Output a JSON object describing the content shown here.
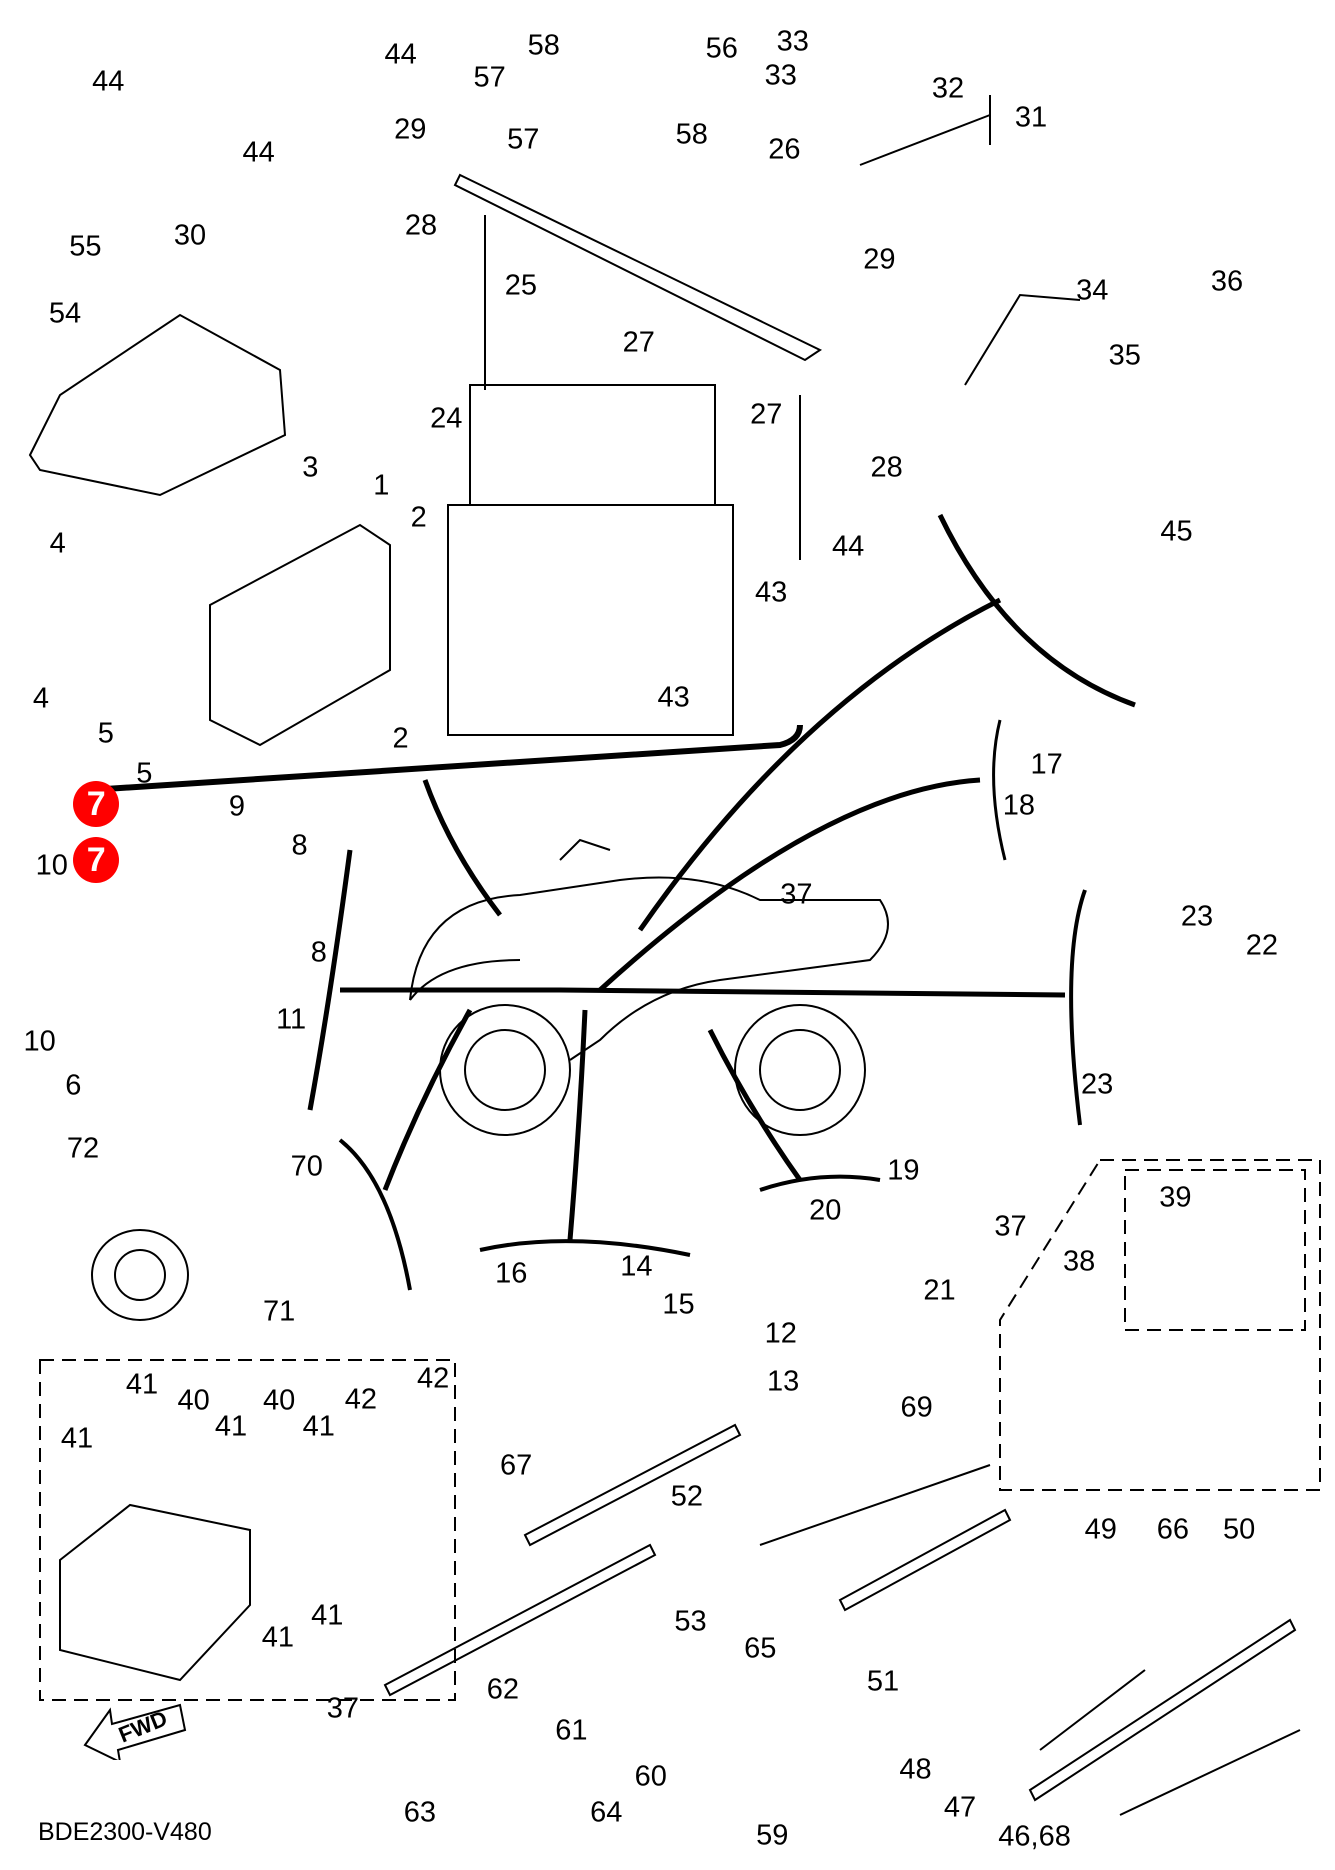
{
  "diagram": {
    "code": "BDE2300-V480",
    "direction_label": "FWD",
    "highlight_color": "#ff0000",
    "highlighted_part": "7",
    "labels": [
      "44",
      "44",
      "44",
      "58",
      "56",
      "33",
      "33",
      "32",
      "31",
      "57",
      "57",
      "58",
      "29",
      "26",
      "30",
      "55",
      "28",
      "25",
      "29",
      "54",
      "27",
      "27",
      "24",
      "28",
      "34",
      "36",
      "35",
      "3",
      "1",
      "2",
      "4",
      "44",
      "45",
      "43",
      "4",
      "5",
      "43",
      "2",
      "5",
      "17",
      "18",
      "9",
      "8",
      "10",
      "37",
      "23",
      "22",
      "8",
      "11",
      "10",
      "6",
      "23",
      "72",
      "70",
      "19",
      "20",
      "37",
      "39",
      "38",
      "21",
      "16",
      "14",
      "15",
      "71",
      "12",
      "13",
      "69",
      "41",
      "42",
      "40",
      "40",
      "42",
      "41",
      "41",
      "41",
      "67",
      "52",
      "49",
      "66",
      "50",
      "41",
      "41",
      "53",
      "65",
      "51",
      "37",
      "62",
      "61",
      "60",
      "48",
      "47",
      "46,68",
      "63",
      "64",
      "59"
    ],
    "highlighted_labels": [
      "7",
      "7"
    ]
  }
}
